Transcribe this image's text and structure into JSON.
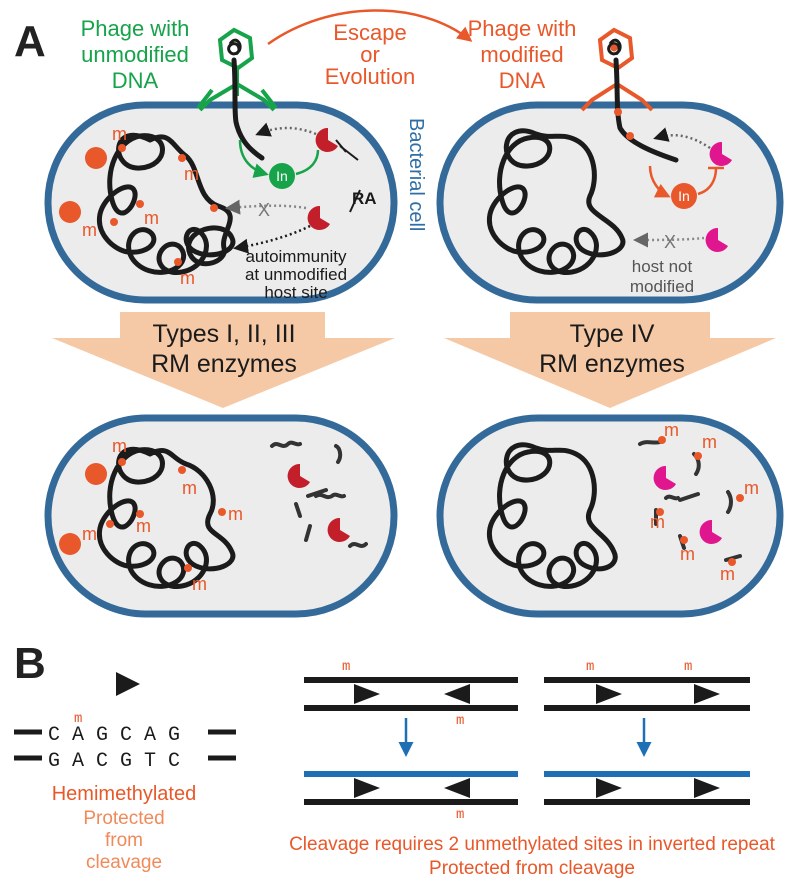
{
  "panel_a": {
    "label": "A",
    "phage_left_line1": "Phage with",
    "phage_left_line2": "unmodified",
    "phage_left_line3": "DNA",
    "escape_line1": "Escape",
    "escape_line2": "or",
    "escape_line3": "Evolution",
    "phage_right_line1": "Phage with",
    "phage_right_line2": "modified",
    "phage_right_line3": "DNA",
    "bacterial_cell": "Bacterial cell",
    "methyl_mark": "m",
    "inhibitor_label": "In",
    "ra_label": "RA",
    "autoimmunity_line1": "autoimmunity",
    "autoimmunity_line2": "at unmodified",
    "autoimmunity_line3": "host site",
    "host_not_line1": "host not",
    "host_not_line2": "modified",
    "cross_mark": "X",
    "types_left_line1": "Types I, II, III",
    "types_left_line2": "RM enzymes",
    "types_right_line1": "Type IV",
    "types_right_line2": "RM enzymes"
  },
  "panel_b": {
    "label": "B",
    "methyl_mark": "m",
    "top_strand": "C A G C A G",
    "bottom_strand": "G A C G T C",
    "hemimethylated": "Hemimethylated",
    "protected_line1": "Protected",
    "protected_line2": "from",
    "protected_line3": "cleavage",
    "caption_line1": "Cleavage requires 2 unmethylated sites in inverted repeat",
    "caption_line2": "Protected from cleavage"
  },
  "colors": {
    "cell_border": "#336a99",
    "cell_fill": "#ececec",
    "methyl_orange": "#e8582a",
    "phage_green": "#16a34a",
    "restriction_red": "#c21f2b",
    "type_iv_magenta": "#e0168f",
    "cleaved_blue": "#1f6fb5",
    "arrow_peach": "#f6c9a6"
  }
}
